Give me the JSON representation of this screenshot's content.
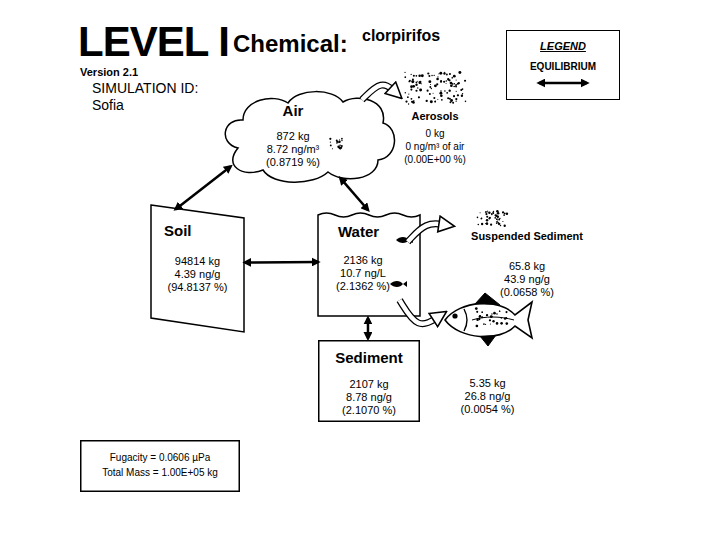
{
  "diagram": {
    "title": "LEVEL I",
    "nodes": [
      {
        "text": [
          "Air",
          "872 kg",
          "8.72 ng/m³",
          "(0.8719 %)"
        ]
      },
      {
        "text": [
          "Aerosols",
          "0 kg",
          "0 ng/m³ of air",
          "(0.00E+00 %)"
        ]
      },
      {
        "text": [
          "Soil",
          "94814 kg",
          "4.39 ng/g",
          "(94.8137 %)"
        ]
      },
      {
        "text": [
          "Water",
          "2136 kg",
          "10.7 ng/L",
          "(2.1362 %)"
        ]
      },
      {
        "text": [
          "Suspended Sediment",
          "65.8 kg",
          "43.9 ng/g",
          "(0.0658 %)"
        ]
      },
      {
        "text": [
          "Sediment",
          "2107 kg",
          "8.78 ng/g",
          "(2.1070 %)"
        ]
      },
      {
        "text": [
          "5.35 kg",
          "26.8 ng/g",
          "(0.0054 %)"
        ]
      },
      {
        "text": [
          "Fugacity = 0.0606 µPa",
          "Total Mass = 1.00E+05 kg"
        ]
      }
    ],
    "edges": [
      {
        "from": 0,
        "to": 1,
        "arrow": "to"
      },
      {
        "from": 0,
        "to": 2,
        "arrow": "both"
      },
      {
        "from": 0,
        "to": 3,
        "arrow": "both"
      },
      {
        "from": 2,
        "to": 3,
        "arrow": "both"
      },
      {
        "from": 3,
        "to": 4,
        "arrow": "to"
      },
      {
        "from": 3,
        "to": 6,
        "arrow": "to"
      },
      {
        "from": 3,
        "to": 5,
        "arrow": "both"
      }
    ],
    "labels": [
      "Chemical:",
      "clorpirifos",
      "Version 2.1",
      "SIMULATION ID:",
      "Sofia",
      "LEGEND"
    ],
    "legend": [
      {
        "text": "EQUILIBRIUM"
      }
    ]
  }
}
